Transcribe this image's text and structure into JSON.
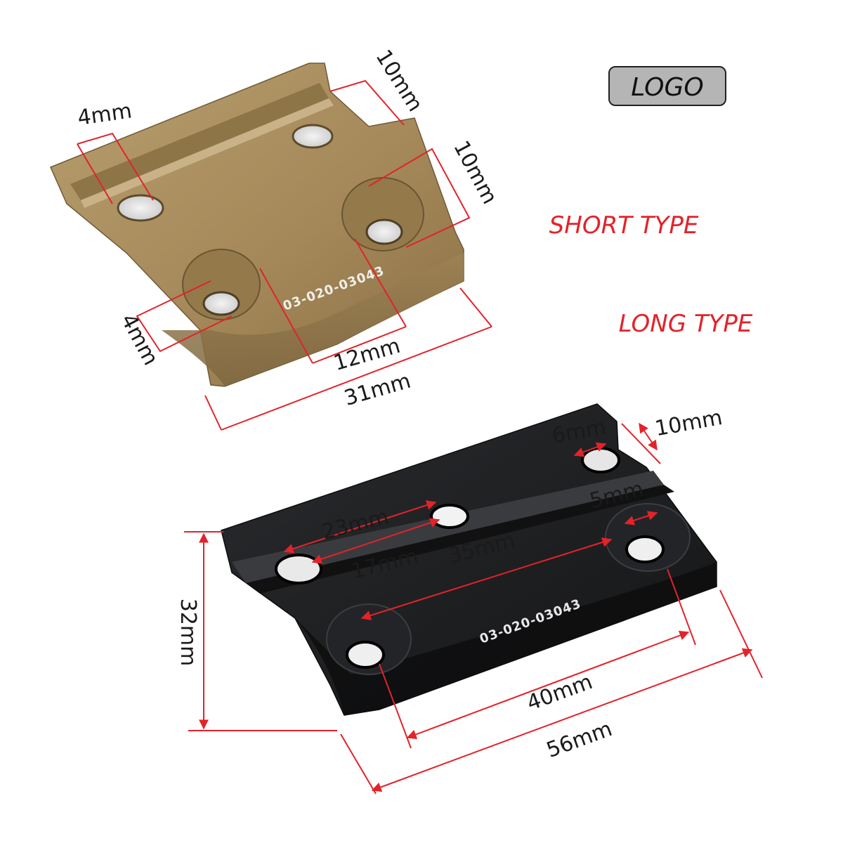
{
  "logo": {
    "label": "LOGO"
  },
  "types": {
    "short": "SHORT TYPE",
    "long": "LONG TYPE"
  },
  "colors": {
    "accent": "#e2232a",
    "tan_plate": "#a88d5e",
    "black_plate": "#1e1f21",
    "logo_box": "#b5b5b5"
  },
  "short_plate": {
    "engraving": "03-020-03043",
    "dims": {
      "top_hole": "4mm",
      "right_top": "10mm",
      "right_mid": "10mm",
      "left_bottom": "4mm",
      "inner_width": "12mm",
      "full_width": "31mm"
    }
  },
  "long_plate": {
    "engraving": "03-020-03043",
    "dims": {
      "top_hole": "6mm",
      "top_right": "10mm",
      "rail_23": "23mm",
      "rail_17": "17mm",
      "center_35": "35mm",
      "right_5": "5mm",
      "height": "32mm",
      "inner_40": "40mm",
      "full_56": "56mm"
    }
  }
}
